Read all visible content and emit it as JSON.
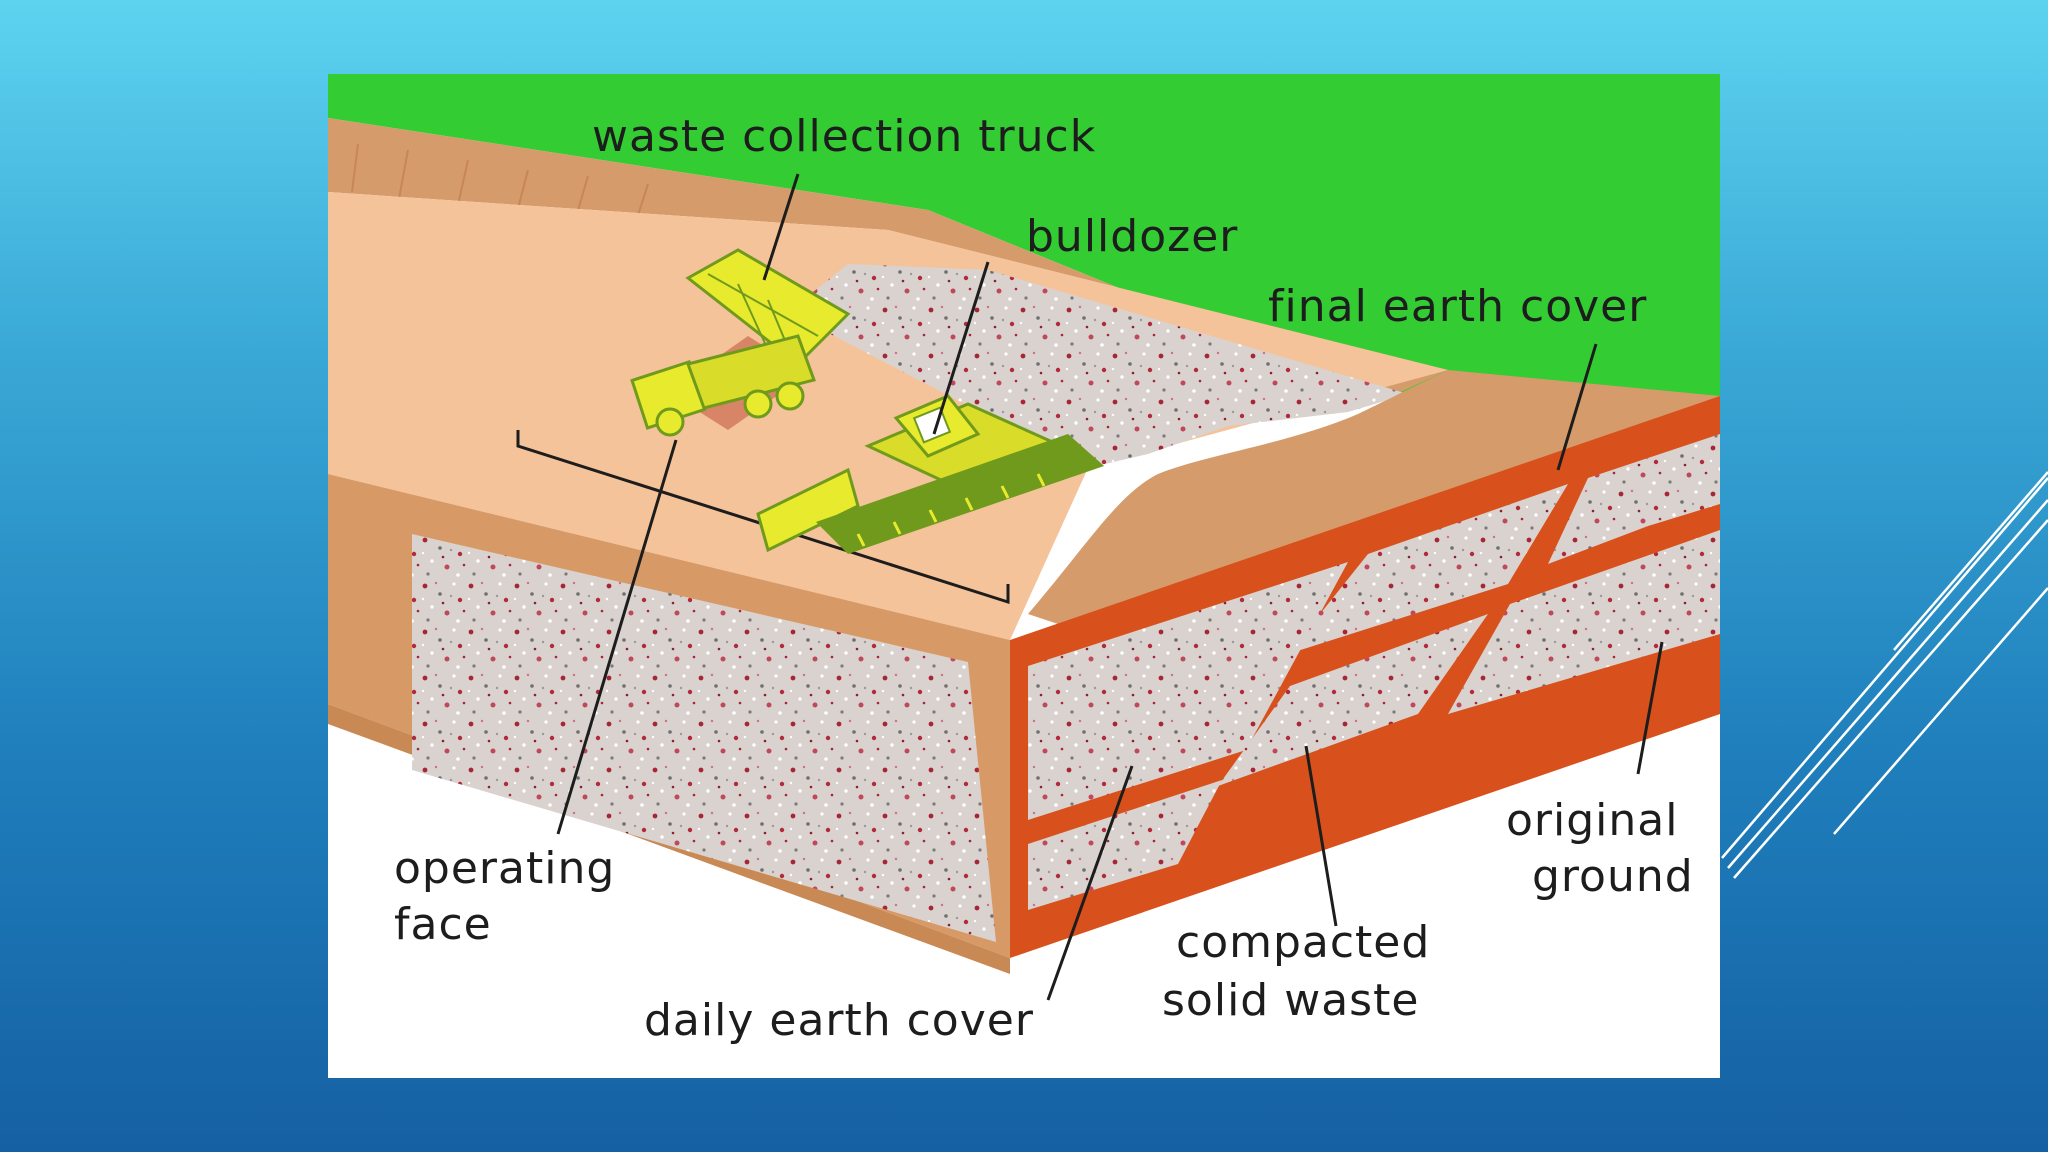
{
  "slide": {
    "background_colors": [
      "#5ed3ef",
      "#1560a2"
    ],
    "decoration": "white-diagonal-lines-right"
  },
  "diagram": {
    "labels": {
      "waste_collection_truck": "waste collection truck",
      "bulldozer": "bulldozer",
      "final_earth_cover": "final earth cover",
      "operating_face_line1": "operating",
      "operating_face_line2": "face",
      "daily_earth_cover": "daily earth cover",
      "compacted_line1": "compacted",
      "compacted_line2": "solid waste",
      "original_line1": "original",
      "original_line2": "ground"
    },
    "colors": {
      "grass": "#33cc33",
      "soil_light": "#f5c39a",
      "soil_dark": "#cf9060",
      "earth_red": "#d8501c",
      "waste_gray": "#d8d0cc",
      "waste_red": "#b02a3a",
      "vehicle_yellow": "#e8ea2e",
      "vehicle_green": "#6f9a1c"
    }
  }
}
